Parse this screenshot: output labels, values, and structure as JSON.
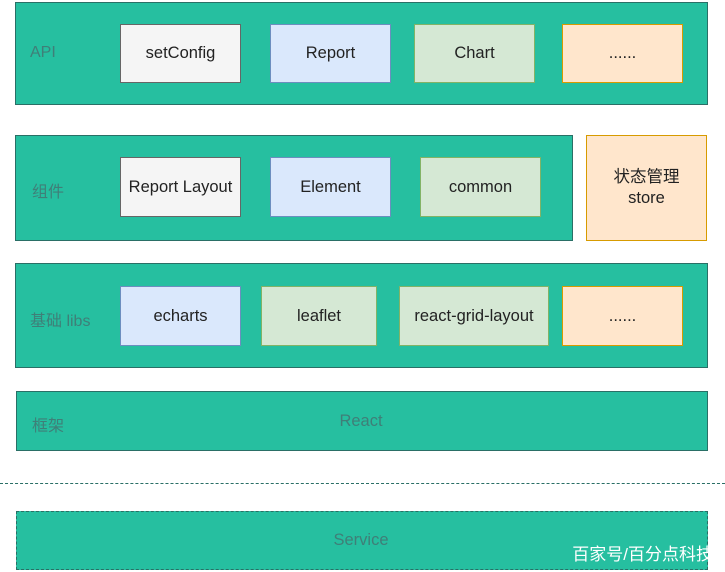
{
  "layers": {
    "api": {
      "label": "API",
      "boxes": [
        "setConfig",
        "Report",
        "Chart",
        "......"
      ]
    },
    "components": {
      "label": "组件",
      "boxes": [
        "Report Layout",
        "Element",
        "common"
      ]
    },
    "state": {
      "line1": "状态管理",
      "line2": "store"
    },
    "libs": {
      "label": "基础 libs",
      "boxes": [
        "echarts",
        "leaflet",
        "react-grid-layout",
        "......"
      ]
    },
    "framework": {
      "label": "框架",
      "value": "React"
    },
    "service": {
      "label": "Service"
    }
  },
  "watermark": "百家号/百分点科技",
  "colors": {
    "layer": "#26bfa0",
    "gray": "#f5f5f5",
    "blue": "#dae8fc",
    "green": "#d5e8d4",
    "orange": "#ffe6cc"
  }
}
